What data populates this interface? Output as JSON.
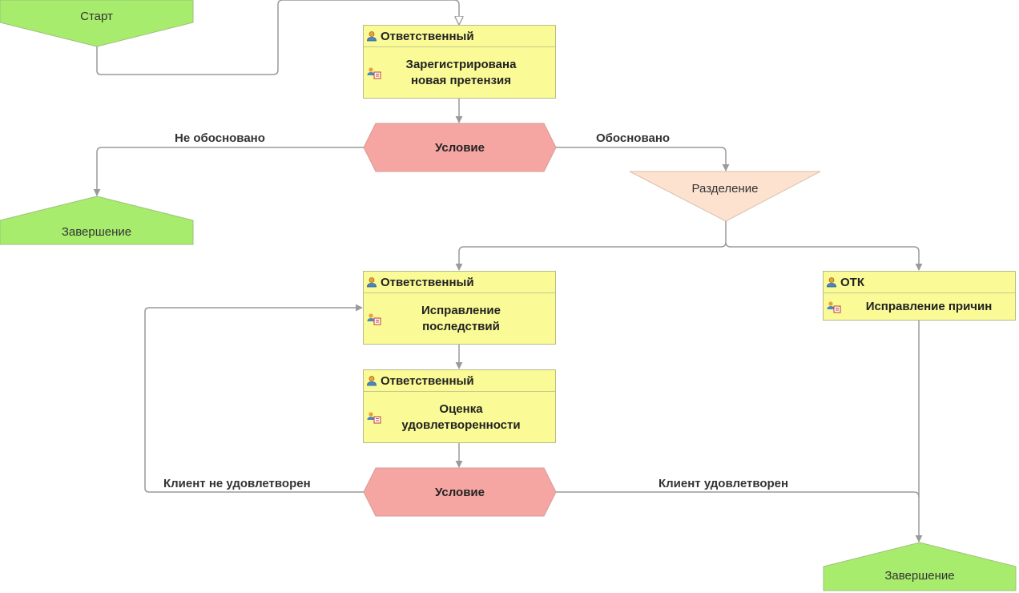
{
  "colors": {
    "terminal": "#a8ec6e",
    "condition": "#f5a6a2",
    "split": "#fde2cf",
    "task": "#fafa96",
    "line": "#9a9a9a"
  },
  "icons": {
    "role": "user-icon",
    "task": "task-icon"
  },
  "start": {
    "label": "Старт"
  },
  "task_registered": {
    "role": "Ответственный",
    "title_line1": "Зарегистрирована",
    "title_line2": "новая претензия"
  },
  "condition_1": {
    "label": "Условие",
    "left_branch": "Не обосновано",
    "right_branch": "Обосновано"
  },
  "end_1": {
    "label": "Завершение"
  },
  "split": {
    "label": "Разделение"
  },
  "task_fix_consequences": {
    "role": "Ответственный",
    "title_line1": "Исправление",
    "title_line2": "последствий"
  },
  "task_fix_causes": {
    "role": "ОТК",
    "title": "Исправление причин"
  },
  "task_evaluation": {
    "role": "Ответственный",
    "title_line1": "Оценка",
    "title_line2": "удовлетворенности"
  },
  "condition_2": {
    "label": "Условие",
    "left_branch": "Клиент не удовлетворен",
    "right_branch": "Клиент удовлетворен"
  },
  "end_2": {
    "label": "Завершение"
  }
}
